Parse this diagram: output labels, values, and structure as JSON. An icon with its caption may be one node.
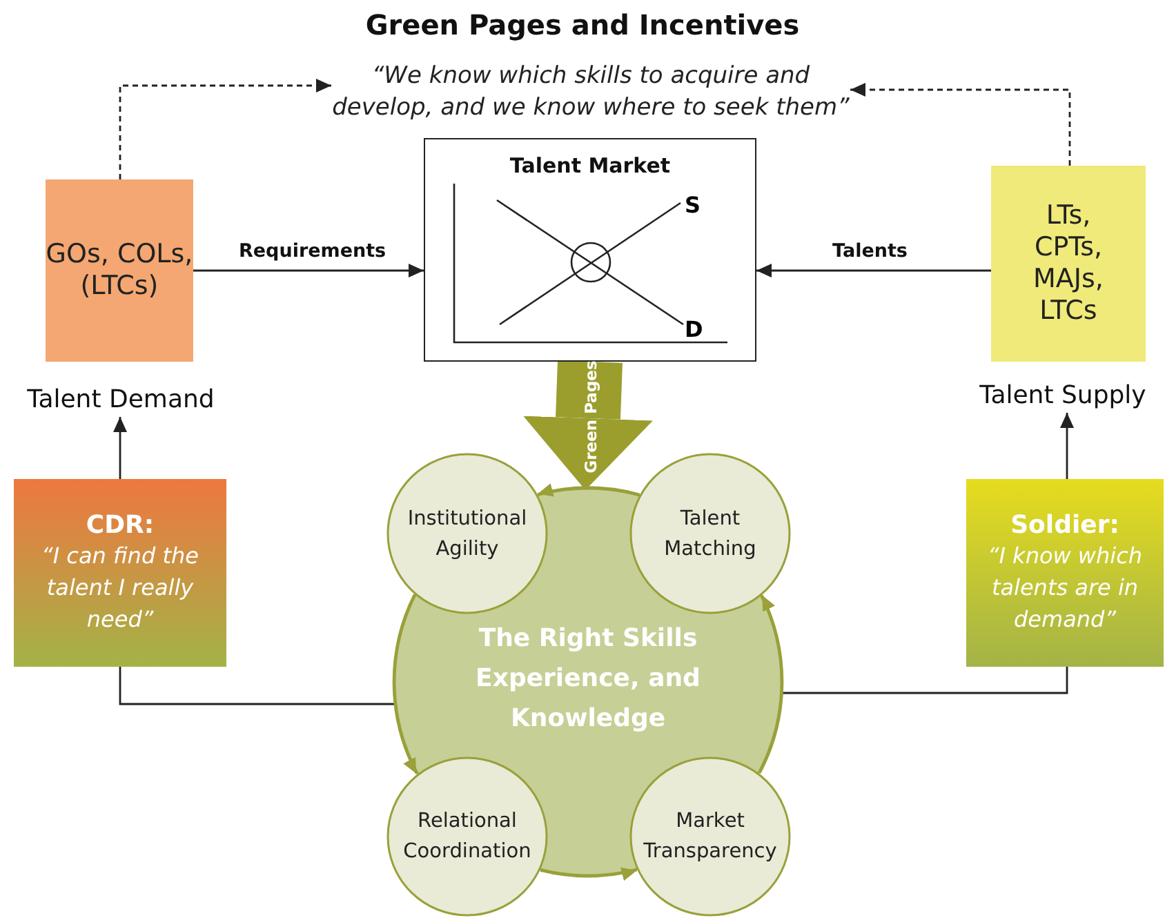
{
  "diagram": {
    "title": "Green Pages and Incentives",
    "nodes": [
      {
        "text": [
          "“We know which skills to acquire and develop, and we know where to seek them”"
        ]
      },
      {
        "text": [
          "GOs, COLs, (LTCs)"
        ]
      },
      {
        "text": [
          "Talent Market",
          "S",
          "D"
        ]
      },
      {
        "text": [
          "LTs, CPTs, MAJs, LTCs"
        ]
      },
      {
        "text": [
          "Talent Demand"
        ]
      },
      {
        "text": [
          "Talent Supply"
        ]
      },
      {
        "text": [
          "CDR:",
          "“I can find the talent I really need”"
        ]
      },
      {
        "text": [
          "Soldier:",
          "“I know which talents are in demand”"
        ]
      },
      {
        "text": [
          "The Right Skills Experience, and Knowledge"
        ]
      },
      {
        "text": [
          "Institutional Agility"
        ]
      },
      {
        "text": [
          "Talent Matching"
        ]
      },
      {
        "text": [
          "Relational Coordination"
        ]
      },
      {
        "text": [
          "Market Transparency"
        ]
      }
    ],
    "edges": [
      {
        "from": 1,
        "to": 0,
        "arrow": "to",
        "style": "dashed"
      },
      {
        "from": 3,
        "to": 0,
        "arrow": "to",
        "style": "dashed"
      },
      {
        "from": 1,
        "to": 2,
        "arrow": "to",
        "label": "Requirements"
      },
      {
        "from": 3,
        "to": 2,
        "arrow": "to",
        "label": "Talents"
      },
      {
        "from": 6,
        "to": 4,
        "arrow": "to"
      },
      {
        "from": 7,
        "to": 5,
        "arrow": "to"
      },
      {
        "from": 6,
        "to": 8,
        "arrow": "none"
      },
      {
        "from": 7,
        "to": 8,
        "arrow": "none"
      },
      {
        "from": 2,
        "to": 8,
        "arrow": "to",
        "label": "Green Pages",
        "style": "thick",
        "color": "#9b9e2d"
      },
      {
        "from": 10,
        "to": 9,
        "arrow": "to",
        "color": "#9aa03a"
      },
      {
        "from": 9,
        "to": 11,
        "arrow": "to",
        "color": "#9aa03a"
      },
      {
        "from": 11,
        "to": 12,
        "arrow": "to",
        "color": "#9aa03a"
      },
      {
        "from": 12,
        "to": 10,
        "arrow": "to",
        "color": "#9aa03a"
      }
    ]
  }
}
